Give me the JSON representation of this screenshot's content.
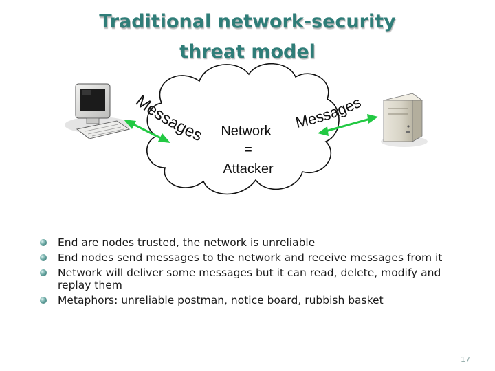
{
  "title": {
    "line1": "Traditional network-security",
    "line2": "threat model"
  },
  "diagram": {
    "cloud_text": {
      "line1": "Network",
      "line2": "=",
      "line3": "Attacker"
    },
    "left_messages_label": "Messages",
    "right_messages_label": "Messages",
    "icons": {
      "client": "desktop-computer-icon",
      "server": "server-tower-icon"
    },
    "colors": {
      "arrow": "#22c943",
      "cloud_stroke": "#111111",
      "title": "#2f7d78"
    }
  },
  "bullets": [
    "End are nodes trusted, the network is unreliable",
    "End nodes send messages to the network and receive messages from it",
    "Network will deliver some messages but it can read, delete, modify and replay them",
    "Metaphors: unreliable postman, notice board, rubbish basket"
  ],
  "page_number": "17"
}
